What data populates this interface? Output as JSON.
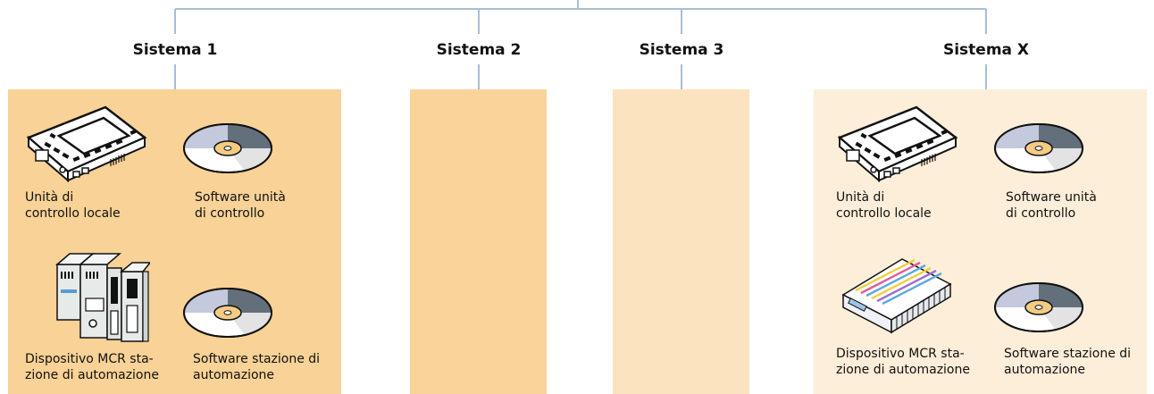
{
  "colors": {
    "connector": "#a8bed6",
    "panel_1": "#f8d296",
    "panel_2": "#fad39a",
    "panel_3": "#fbe3bf",
    "panel_x": "#fdeed9"
  },
  "systems": [
    {
      "title": "Sistema 1",
      "items": [
        {
          "icon": "control-unit-icon",
          "label": "Unità di\ncontrollo locale"
        },
        {
          "icon": "disc-icon",
          "label": "Software unità\ndi controllo"
        },
        {
          "icon": "plc-rack-icon",
          "label": "Dispositivo MCR sta-\nzione di automazione"
        },
        {
          "icon": "disc-icon",
          "label": "Software stazione di\nautomazione"
        }
      ]
    },
    {
      "title": "Sistema 2",
      "items": []
    },
    {
      "title": "Sistema 3",
      "items": []
    },
    {
      "title": "Sistema X",
      "items": [
        {
          "icon": "control-unit-icon",
          "label": "Unità di\ncontrollo locale"
        },
        {
          "icon": "disc-icon",
          "label": "Software unità\ndi controllo"
        },
        {
          "icon": "terminal-block-icon",
          "label": "Dispositivo MCR sta-\nzione di automazione"
        },
        {
          "icon": "disc-icon",
          "label": "Software stazione di\nautomazione"
        }
      ]
    }
  ]
}
